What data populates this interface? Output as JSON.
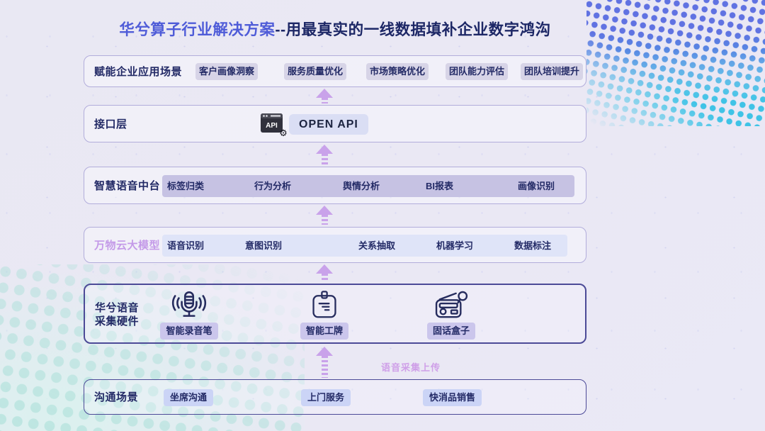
{
  "title": {
    "brand": "华兮算子行业解决方案",
    "tagline": "--用最真实的一线数据填补企业数字鸿沟"
  },
  "layers": {
    "application": {
      "label": "赋能企业应用场景",
      "tags": [
        "客户画像洞察",
        "服务质量优化",
        "市场策略优化",
        "团队能力评估",
        "团队培训提升"
      ]
    },
    "interface": {
      "label": "接口层",
      "api_icon_text": "API",
      "api_tag": "OPEN API"
    },
    "middle_platform": {
      "label": "智慧语音中台",
      "items": [
        "标签归类",
        "行为分析",
        "舆情分析",
        "BI报表",
        "画像识别"
      ]
    },
    "model": {
      "label": "万物云大模型",
      "items": [
        "语音识别",
        "意图识别",
        "关系抽取",
        "机器学习",
        "数据标注"
      ]
    },
    "hardware": {
      "label_line1": "华兮语音",
      "label_line2": "采集硬件",
      "devices": [
        {
          "icon": "microphone-icon",
          "label": "智能录音笔"
        },
        {
          "icon": "badge-icon",
          "label": "智能工牌"
        },
        {
          "icon": "phone-box-icon",
          "label": "固话盒子"
        }
      ]
    },
    "scenes": {
      "label": "沟通场景",
      "tags": [
        "坐席沟通",
        "上门服务",
        "快消品销售"
      ]
    }
  },
  "upload_arrow_label": "语音采集上传",
  "colors": {
    "brand_blue": "#4f5cd8",
    "navy_text": "#232a66",
    "light_border": "#b2addb",
    "dark_border": "#4c4a97",
    "arrow_violet": "#c9a2ea",
    "model_label_violet": "#c49ae8",
    "middle_platform_bar": "#c6c2e3",
    "model_bar": "#dfe4f8",
    "scene_chip": "#cbd4f6",
    "hardware_chip": "#cbc6ec",
    "halftone_blue": "#6072e2",
    "halftone_cyan": "#3fc3e6",
    "halftone_teal": "#aadfd8"
  }
}
